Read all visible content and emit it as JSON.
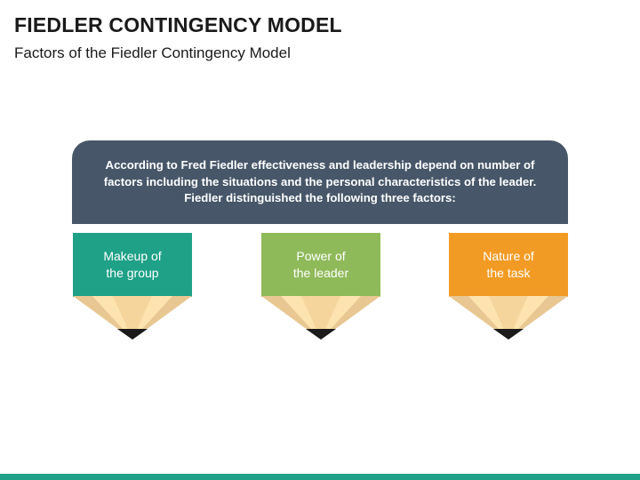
{
  "slide": {
    "title": "FIEDLER CONTINGENCY MODEL",
    "subtitle": "Factors of the Fiedler Contingency Model"
  },
  "banner": {
    "text": "According to Fred Fiedler effectiveness and leadership depend on number of factors including the situations and the personal characteristics of the leader. Fiedler distinguished the following three factors:",
    "color": "#475769"
  },
  "factors": [
    {
      "label": "Makeup of\nthe group",
      "color": "#1fa187"
    },
    {
      "label": "Power of\nthe leader",
      "color": "#8fba5a"
    },
    {
      "label": "Nature of\nthe task",
      "color": "#f29b24"
    }
  ],
  "colors": {
    "pencil_wood_dark": "#e8c792",
    "pencil_wood_light": "#fde3b0",
    "pencil_lead": "#1a1a1a",
    "bottom_bar": "#1fa187"
  }
}
